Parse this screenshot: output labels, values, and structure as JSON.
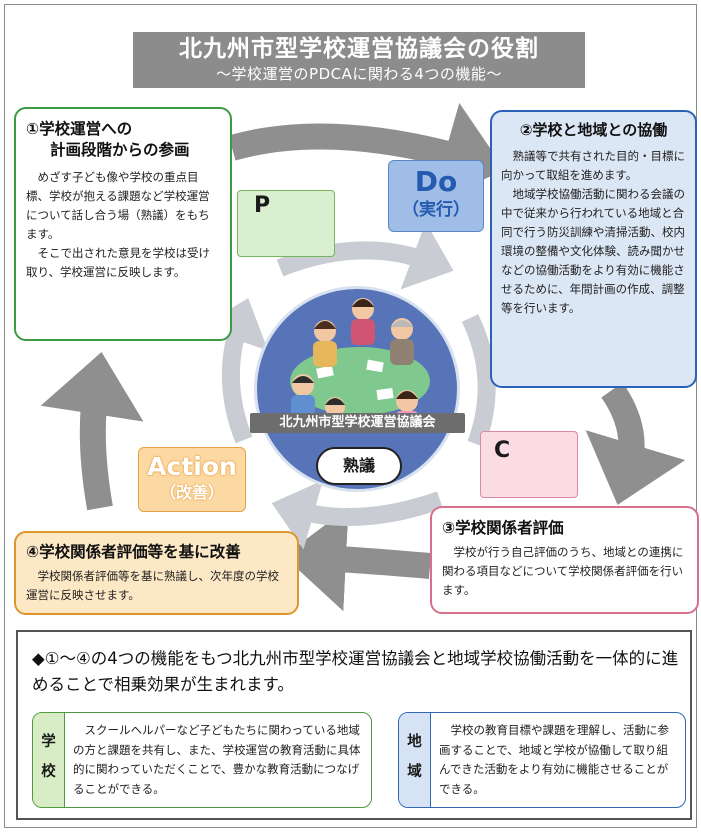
{
  "title": {
    "main": "北九州市型学校運営協議会の役割",
    "sub": "～学校運営のPDCAに関わる4つの機能～"
  },
  "card1": {
    "heading_line1": "①学校運営への",
    "heading_line2": "計画段階からの参画",
    "para1": "めざす子ども像や学校の重点目標、学校が抱える課題など学校運営について話し合う場（熟議）をもちます。",
    "para2": "そこで出された意見を学校は受け取り、学校運営に反映します。"
  },
  "card2": {
    "heading": "②学校と地域との協働",
    "para1": "熟議等で共有された目的・目標に向かって取組を進めます。",
    "para2": "地域学校協働活動に関わる会議の中で従来から行われている地域と合同で行う防災訓練や清掃活動、校内環境の整備や文化体験、読み聞かせなどの協働活動をより有効に機能させるために、年間計画の作成、調整等を行います。"
  },
  "card3": {
    "heading": "③学校関係者評価",
    "para1": "学校が行う自己評価のうち、地域との連携に関わる項目などについて学校関係者評価を行います。"
  },
  "card4": {
    "heading": "④学校関係者評価等を基に改善",
    "para1": "学校関係者評価等を基に熟議し、次年度の学校運営に反映させます。"
  },
  "labels": {
    "p": "P",
    "c": "C",
    "do_big": "Do",
    "do_small": "（実行）",
    "action_big": "Action",
    "action_small": "（改善）"
  },
  "center": {
    "council_label": "北九州市型学校運営協議会",
    "bubble": "熟議"
  },
  "bottom": {
    "summary": "◆①～④の4つの機能をもつ北九州市型学校運営協議会と地域学校協働活動を一体的に進めることで相乗効果が生まれます。",
    "school": {
      "side_char1": "学",
      "side_char2": "校",
      "text": "スクールヘルパーなど子どもたちに関わっている地域の方と課題を共有し、また、学校運営の教育活動に具体的に関わっていただくことで、豊かな教育活動につなげることができる。"
    },
    "area": {
      "side_char1": "地",
      "side_char2": "域",
      "text": "学校の教育目標や課題を理解し、活動に参画することで、地域と学校が協働して取り組んできた活動をより有効に機能させることができる。"
    }
  },
  "colors": {
    "green": "#3d9a44",
    "blue": "#2b62b8",
    "pink": "#d8708b",
    "orange": "#e0952c",
    "arrow_gray": "#8f8f8f"
  }
}
